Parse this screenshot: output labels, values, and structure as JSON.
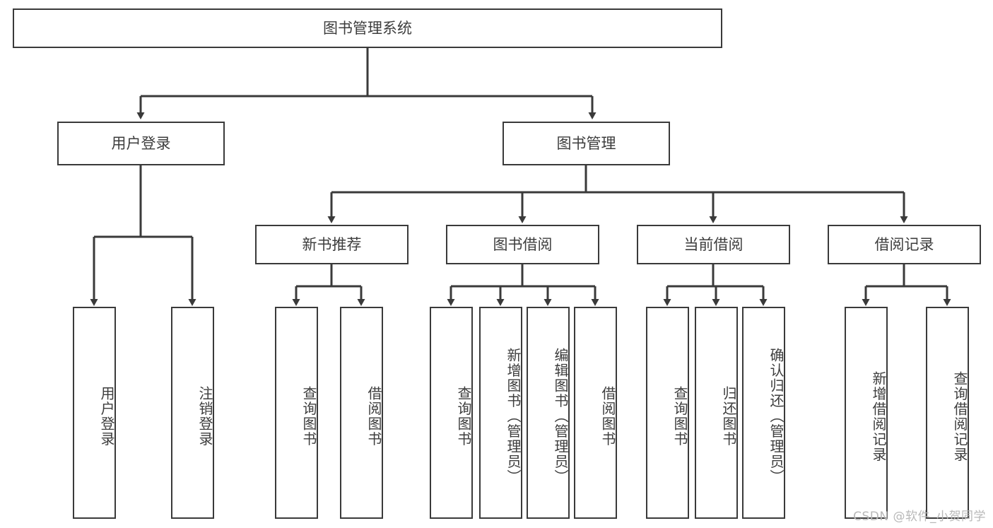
{
  "diagram": {
    "title": "图书管理系统",
    "type": "tree-hierarchy",
    "watermark": "CSDN @软件_小贺同学",
    "colors": {
      "stroke": "#3a3a3a",
      "text": "#3d3d3d",
      "background": "#ffffff",
      "watermark": "#b8b8b8"
    },
    "root": {
      "label": "图书管理系统"
    },
    "level2": [
      {
        "label": "用户登录"
      },
      {
        "label": "图书管理"
      }
    ],
    "level3": [
      {
        "label": "新书推荐"
      },
      {
        "label": "图书借阅"
      },
      {
        "label": "当前借阅"
      },
      {
        "label": "借阅记录"
      }
    ],
    "leaves": {
      "user_login": [
        {
          "label": "用户登录"
        },
        {
          "label": "注销登录"
        }
      ],
      "new_book_recommend": [
        {
          "label": "查询图书"
        },
        {
          "label": "借阅图书"
        }
      ],
      "book_borrow": [
        {
          "label": "查询图书"
        },
        {
          "label": "新增图书（管理员）"
        },
        {
          "label": "编辑图书（管理员）"
        },
        {
          "label": "借阅图书"
        }
      ],
      "current_borrow": [
        {
          "label": "查询图书"
        },
        {
          "label": "归还图书"
        },
        {
          "label": "确认归还（管理员）"
        }
      ],
      "borrow_record": [
        {
          "label": "新增借阅记录"
        },
        {
          "label": "查询借阅记录"
        }
      ]
    }
  }
}
